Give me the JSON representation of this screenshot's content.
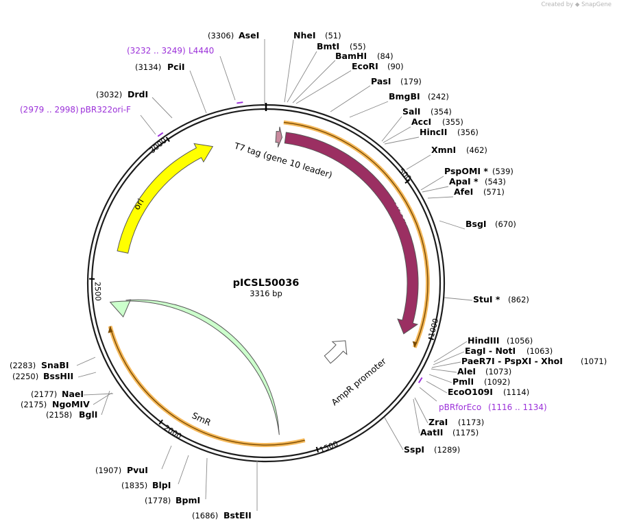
{
  "credit": {
    "prefix": "Created by",
    "brand": "SnapGene"
  },
  "plasmid": {
    "name": "pICSL50036",
    "length_label": "3316 bp"
  },
  "sites": [
    {
      "name": "AseI",
      "pos": "(3306)"
    },
    {
      "name": "NheI",
      "pos": "(51)"
    },
    {
      "name": "BmtI",
      "pos": "(55)"
    },
    {
      "name": "BamHI",
      "pos": "(84)"
    },
    {
      "name": "EcoRI",
      "pos": "(90)"
    },
    {
      "name": "PasI",
      "pos": "(179)"
    },
    {
      "name": "BmgBI",
      "pos": "(242)"
    },
    {
      "name": "SalI",
      "pos": "(354)"
    },
    {
      "name": "AccI",
      "pos": "(355)"
    },
    {
      "name": "HincII",
      "pos": "(356)"
    },
    {
      "name": "XmnI",
      "pos": "(462)"
    },
    {
      "name": "PspOMI *",
      "pos": "(539)"
    },
    {
      "name": "ApaI *",
      "pos": "(543)"
    },
    {
      "name": "AfeI",
      "pos": "(571)"
    },
    {
      "name": "BsgI",
      "pos": "(670)"
    },
    {
      "name": "StuI *",
      "pos": "(862)"
    },
    {
      "name": "HindIII",
      "pos": "(1056)"
    },
    {
      "name": "EagI  - NotI",
      "pos": "(1063)"
    },
    {
      "name": "PaeR7I  - PspXI  - XhoI",
      "pos": "(1071)"
    },
    {
      "name": "AleI",
      "pos": "(1073)"
    },
    {
      "name": "PmlI",
      "pos": "(1092)"
    },
    {
      "name": "EcoO109I",
      "pos": "(1114)"
    },
    {
      "name": "ZraI",
      "pos": "(1173)"
    },
    {
      "name": "AatII",
      "pos": "(1175)"
    },
    {
      "name": "SspI",
      "pos": "(1289)"
    },
    {
      "name": "BstEII",
      "pos": "(1686)"
    },
    {
      "name": "BpmI",
      "pos": "(1778)"
    },
    {
      "name": "BlpI",
      "pos": "(1835)"
    },
    {
      "name": "PvuI",
      "pos": "(1907)"
    },
    {
      "name": "BglI",
      "pos": "(2158)"
    },
    {
      "name": "NgoMIV",
      "pos": "(2175)"
    },
    {
      "name": "NaeI",
      "pos": "(2177)"
    },
    {
      "name": "BssHII",
      "pos": "(2250)"
    },
    {
      "name": "SnaBI",
      "pos": "(2283)"
    },
    {
      "name": "DrdI",
      "pos": "(3032)"
    },
    {
      "name": "PciI",
      "pos": "(3134)"
    }
  ],
  "primers": [
    {
      "name": "L4440",
      "range": "(3232 .. 3249)"
    },
    {
      "name": "pBR322ori-F",
      "range": "(2979 .. 2998)"
    },
    {
      "name": "pBRforEco",
      "range": "(1116 .. 1134)"
    }
  ],
  "features": {
    "t7tag": {
      "label": "T7 tag (gene 10 leader)",
      "color": "#c98a9e"
    },
    "turboid": {
      "label": "TurboID",
      "color": "#9b2f62"
    },
    "ampr_promoter": {
      "label": "AmpR promoter",
      "color": "#ffffff"
    },
    "smr": {
      "label": "SmR",
      "color": "#ccffcc"
    },
    "ori": {
      "label": "ori",
      "color": "#ffff00"
    },
    "highlight_color": "#f5b95b"
  },
  "ticks": [
    "500",
    "1000",
    "1500",
    "2000",
    "2500",
    "3000"
  ]
}
